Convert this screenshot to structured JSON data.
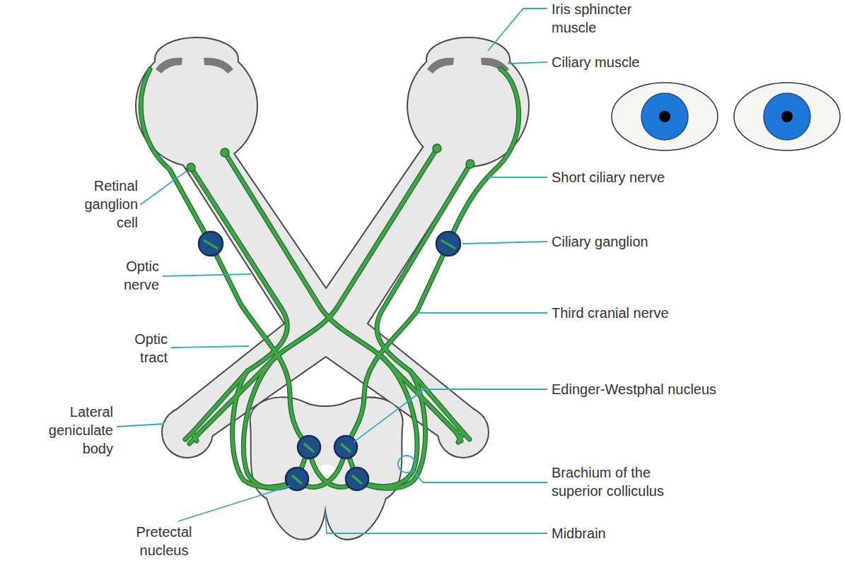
{
  "diagram": {
    "labels": [
      "Iris sphincter muscle",
      "Ciliary muscle",
      "Retinal ganglion cell",
      "Short ciliary nerve",
      "Optic nerve",
      "Ciliary ganglion",
      "Third cranial nerve",
      "Optic tract",
      "Lateral geniculate body",
      "Edinger-Westphal nucleus",
      "Brachium of the superior colliculus",
      "Pretectal nucleus",
      "Midbrain"
    ]
  }
}
